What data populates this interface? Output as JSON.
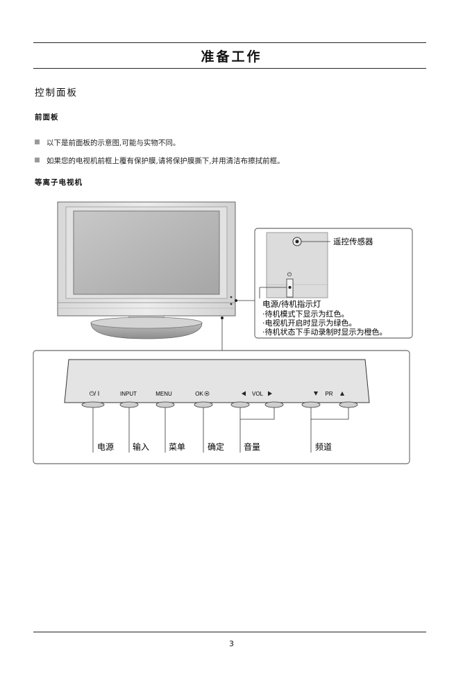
{
  "header": {
    "title": "准备工作"
  },
  "section": {
    "title": "控制面板",
    "subtitle": "前面板",
    "bullets": [
      "以下是前面板的示意图,可能与实物不同。",
      "如果您的电视机前框上覆有保护膜,请将保护膜撕下,并用清洁布擦拭前框。"
    ],
    "model_label": "等离子电视机"
  },
  "callout": {
    "remote_sensor": "遥控传感器",
    "power_symbol": "⏻",
    "indicator_title": "电源/待机指示灯",
    "indicator_lines": [
      "·待机模式下显示为红色。",
      "·电视机开启时显示为绿色。",
      "·待机状态下手动录制时显示为橙色。"
    ]
  },
  "panel": {
    "button_labels": [
      "⏻/ I",
      "INPUT",
      "MENU",
      "OK",
      "VOL",
      "PR"
    ],
    "function_labels": [
      "电源",
      "输入",
      "菜单",
      "确定",
      "音量",
      "频道"
    ]
  },
  "footer": {
    "page_number": "3"
  }
}
